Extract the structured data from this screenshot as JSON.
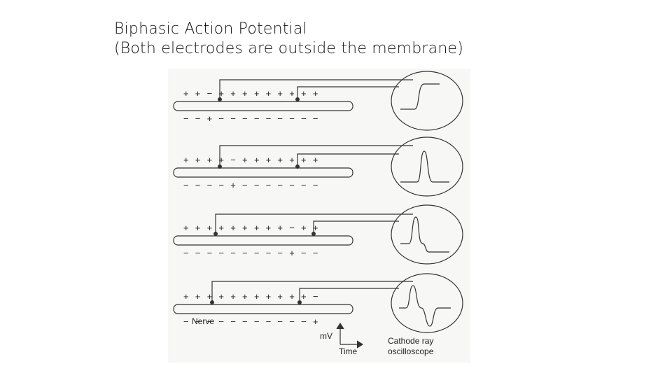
{
  "title": {
    "line1": "Biphasic Action Potential",
    "line2": "(Both electrodes are outside the membrane)"
  },
  "figure": {
    "nerve_label": "Nerve",
    "axis_y_label": "mV",
    "axis_x_label": "Time",
    "scope_label_line1": "Cathode ray",
    "scope_label_line2": "oscilloscope",
    "panels": [
      {
        "top_signs": "+ + − + + + + + + + + +",
        "bottom_signs": "− − + − − − − − − − − −",
        "trace": "rising-step"
      },
      {
        "top_signs": "+ + + + − + + + + + + +",
        "bottom_signs": "− − − − + − − − − − − −",
        "trace": "positive-peak"
      },
      {
        "top_signs": "+ + + + + + + + + − + +",
        "bottom_signs": "− − − − − − − − − + − −",
        "trace": "peak-then-drop"
      },
      {
        "top_signs": "+ + + + + + + + + + + −",
        "bottom_signs": "− − − − − − − − − − − +",
        "trace": "biphasic"
      }
    ],
    "colors": {
      "line": "#333333",
      "background": "#f7f7f5"
    }
  }
}
